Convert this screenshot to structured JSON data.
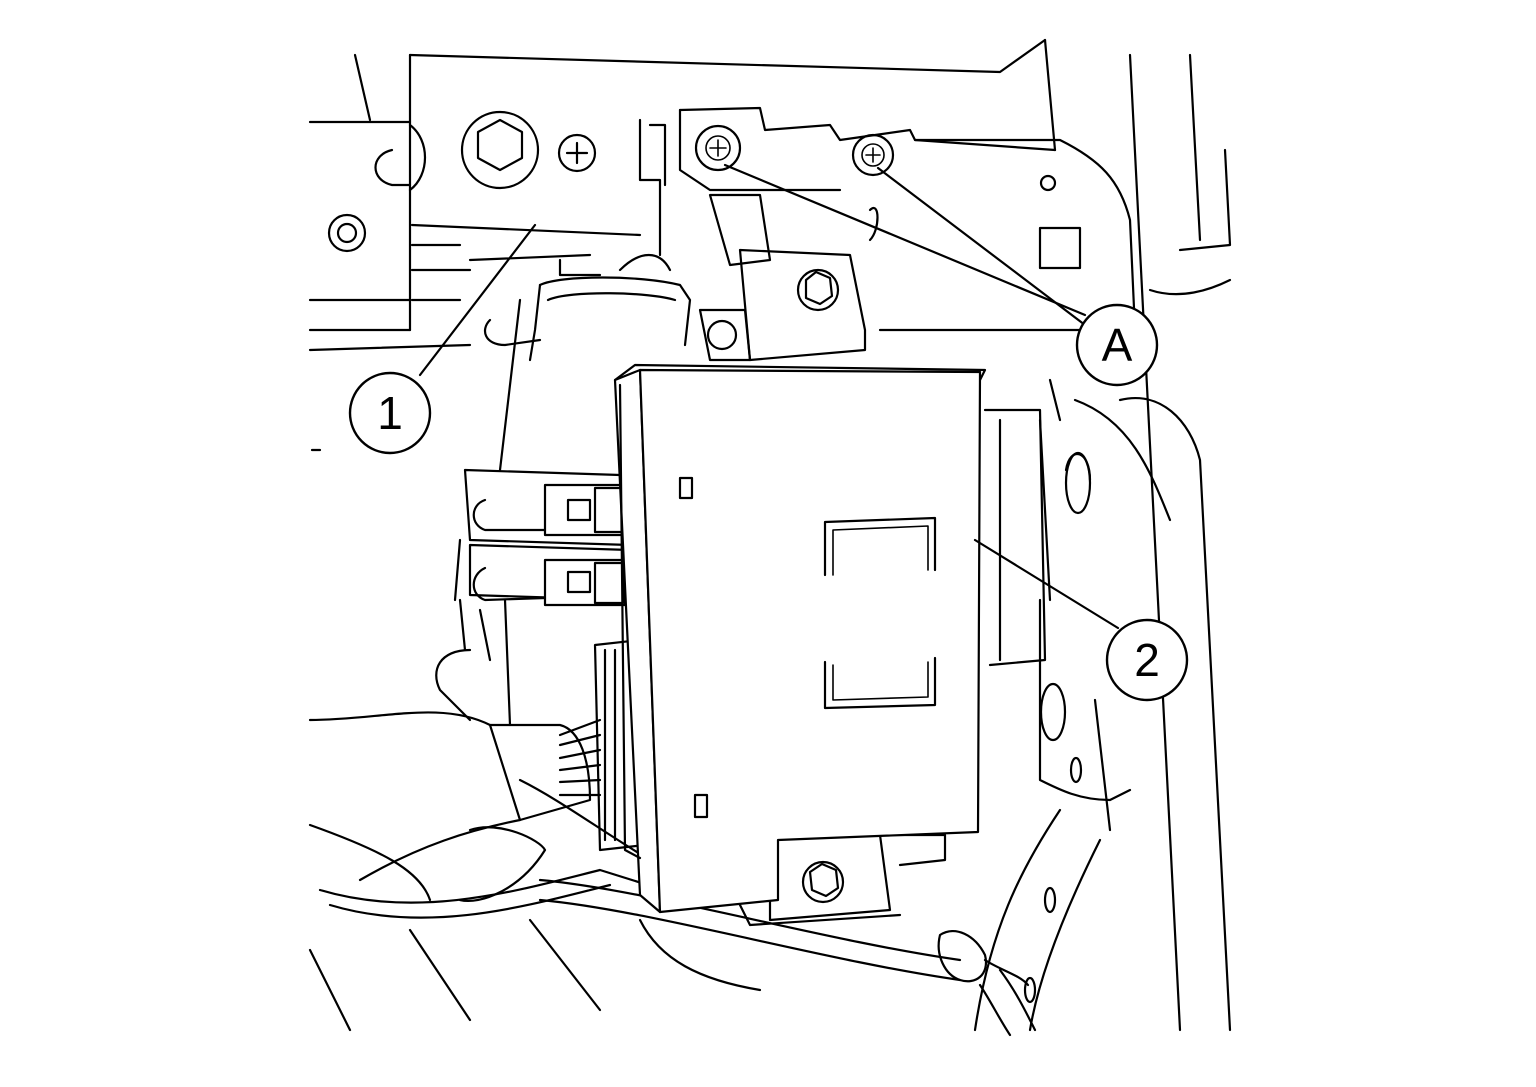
{
  "callouts": {
    "part_1": "1",
    "part_2": "2",
    "screws_a": "A"
  }
}
